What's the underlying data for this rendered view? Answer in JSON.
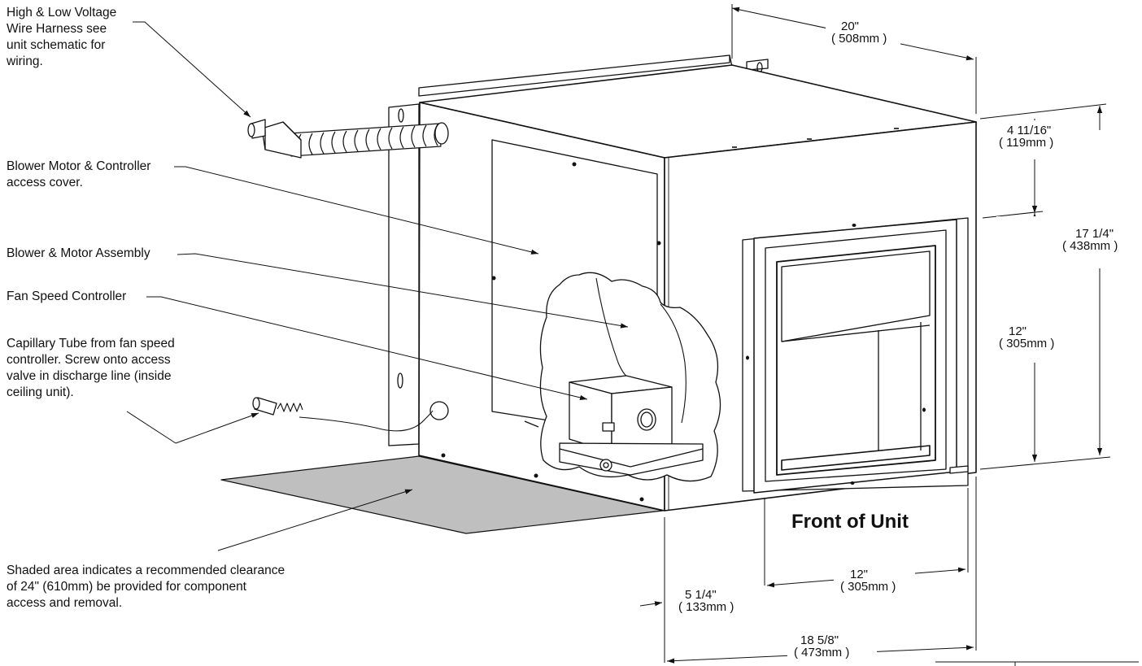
{
  "callouts": {
    "harness": [
      "High & Low Voltage",
      "Wire Harness see",
      "unit schematic for",
      "wiring."
    ],
    "cover": [
      "Blower Motor & Controller",
      "access cover."
    ],
    "blower": [
      "Blower & Motor Assembly"
    ],
    "fan": [
      "Fan Speed Controller"
    ],
    "capillary": [
      "Capillary Tube from fan speed",
      "controller.  Screw onto access",
      "valve in discharge line (inside",
      "ceiling unit)."
    ],
    "shaded": [
      "Shaded area indicates a recommended clearance",
      "of 24\" (610mm) be provided for component",
      "access and removal."
    ]
  },
  "front_label": "Front of Unit",
  "dimensions": {
    "depth": {
      "imperial": "20\"",
      "metric": "( 508mm )"
    },
    "top_offset": {
      "imperial": "4 11/16\"",
      "metric": "( 119mm )"
    },
    "height": {
      "imperial": "17 1/4\"",
      "metric": "( 438mm )"
    },
    "grille_h": {
      "imperial": "12\"",
      "metric": "( 305mm )"
    },
    "grille_w": {
      "imperial": "12\"",
      "metric": "( 305mm )"
    },
    "side_offset": {
      "imperial": "5 1/4\"",
      "metric": "( 133mm )"
    },
    "width": {
      "imperial": "18 5/8\"",
      "metric": "( 473mm )"
    }
  },
  "colors": {
    "line": "#111111",
    "shade": "#bfbfbf",
    "paper": "#ffffff"
  }
}
